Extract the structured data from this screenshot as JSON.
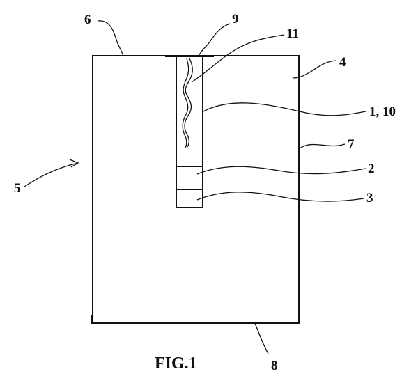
{
  "figure": {
    "caption": "FIG.1",
    "colors": {
      "ink": "#111111",
      "background": "#ffffff"
    }
  },
  "reference_numerals": {
    "r1_10": "1, 10",
    "r2": "2",
    "r3": "3",
    "r4": "4",
    "r5": "5",
    "r6": "6",
    "r7": "7",
    "r8": "8",
    "r9": "9",
    "r11": "11"
  }
}
